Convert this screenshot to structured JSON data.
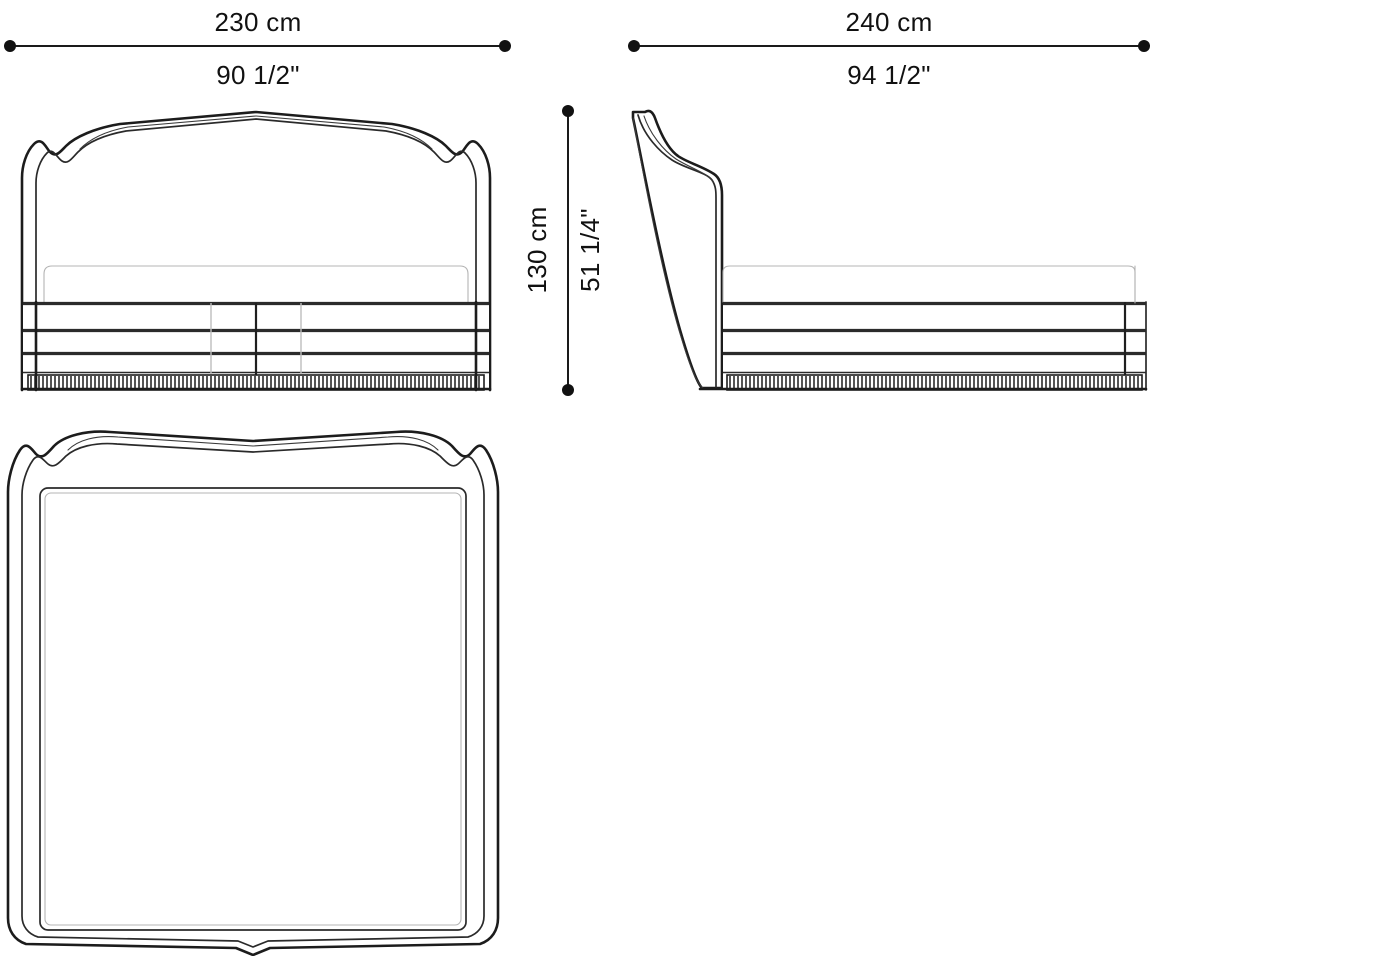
{
  "drawing": {
    "title": "Bed technical drawing - three orthographic views",
    "units_primary": "cm",
    "units_secondary": "inch",
    "line_color": "#1c1c1c",
    "background_color": "#ffffff"
  },
  "dimensions": {
    "width": {
      "name": "overall-width",
      "metric": "230 cm",
      "imperial": "90 1/2\"",
      "orientation": "horizontal",
      "applies_to": "front-view"
    },
    "length": {
      "name": "overall-length",
      "metric": "240 cm",
      "imperial": "94 1/2\"",
      "orientation": "horizontal",
      "applies_to": "side-view"
    },
    "height": {
      "name": "overall-height",
      "metric": "130 cm",
      "imperial": "51 1/4\"",
      "orientation": "vertical",
      "applies_to": "front-view"
    }
  },
  "views": {
    "front": {
      "label": "front-elevation",
      "bands": 3,
      "has_fringe_skirt": true
    },
    "side": {
      "label": "side-elevation",
      "bands": 3,
      "has_fringe_skirt": true
    },
    "plan": {
      "label": "top-plan",
      "has_center_notch": true
    }
  }
}
